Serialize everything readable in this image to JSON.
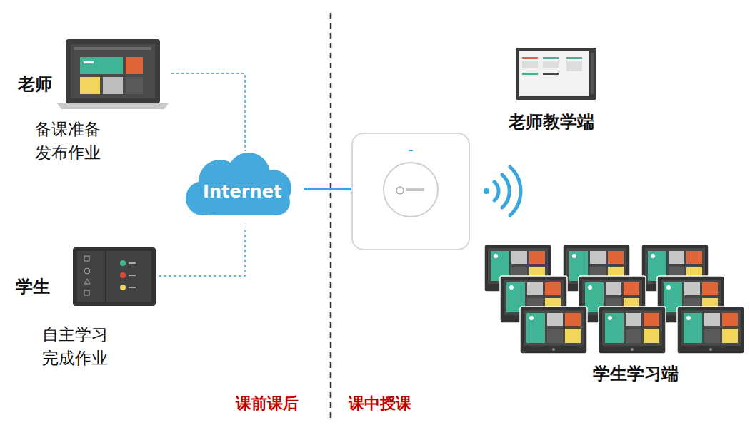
{
  "diagram": {
    "nodes": [
      {
        "text": [
          "老师",
          "备课准备 发布作业"
        ]
      },
      {
        "text": [
          "学生",
          "自主学习 完成作业"
        ]
      },
      {
        "text": [
          "Internet"
        ]
      },
      {
        "text": [
          "老师教学端"
        ]
      },
      {
        "text": [
          "学生学习端"
        ]
      }
    ],
    "edges": [
      {
        "from": 0,
        "to": 2,
        "arrow": "none"
      },
      {
        "from": 1,
        "to": 2,
        "arrow": "none"
      }
    ],
    "labels": [
      "课前课后",
      "课中授课"
    ]
  }
}
